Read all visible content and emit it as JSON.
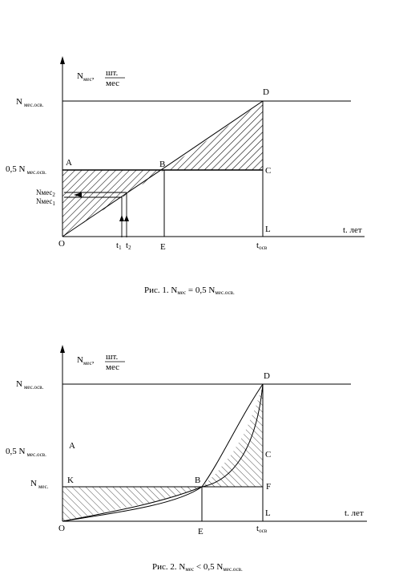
{
  "figure1": {
    "y_axis_label": {
      "main": "N",
      "sub": "мес",
      "frac_num": "шт.",
      "frac_den": "мес",
      "comma": ","
    },
    "y_ticks": {
      "n_full": {
        "main": "N",
        "sub": "мес.осв."
      },
      "n_half": {
        "prefix": "0,5 N",
        "sub": "мес.осв."
      },
      "n_mes2": {
        "main": "Nмес",
        "sub": "2"
      },
      "n_mes1": {
        "main": "Nмес",
        "sub": "1"
      }
    },
    "points": {
      "A": "A",
      "B": "B",
      "C": "C",
      "D": "D",
      "O": "O",
      "L": "L",
      "E": "E"
    },
    "x_ticks": {
      "t1": "t",
      "t1_sub": "1",
      "t2": "t",
      "t2_sub": "2",
      "t_osv": "t",
      "t_osv_sub": "осв"
    },
    "x_axis_label": "t. лет",
    "caption": {
      "prefix": "Рис. 1.  N",
      "sub1": "мес",
      "mid": " = 0,5 N",
      "sub2": "мес.осв."
    }
  },
  "figure2": {
    "y_axis_label": {
      "main": "N",
      "sub": "мес",
      "frac_num": "шт.",
      "frac_den": "мес",
      "comma": ","
    },
    "y_ticks": {
      "n_full": {
        "main": "N",
        "sub": "мес.осв."
      },
      "n_half": {
        "prefix": "0,5 N",
        "sub": "мес.осв."
      },
      "n_mes": {
        "main": "N",
        "sub": "мес."
      }
    },
    "points": {
      "A": "A",
      "B": "B",
      "C": "C",
      "D": "D",
      "F": "F",
      "K": "K",
      "L": "L",
      "O": "O",
      "E": "E"
    },
    "x_ticks": {
      "t_osv": "t",
      "t_osv_sub": "осв"
    },
    "x_axis_label": "t. лет",
    "caption": {
      "prefix": "Рис. 2.  N",
      "sub1": "мес",
      "mid": " < 0,5 N",
      "sub2": "мес.осв."
    }
  }
}
